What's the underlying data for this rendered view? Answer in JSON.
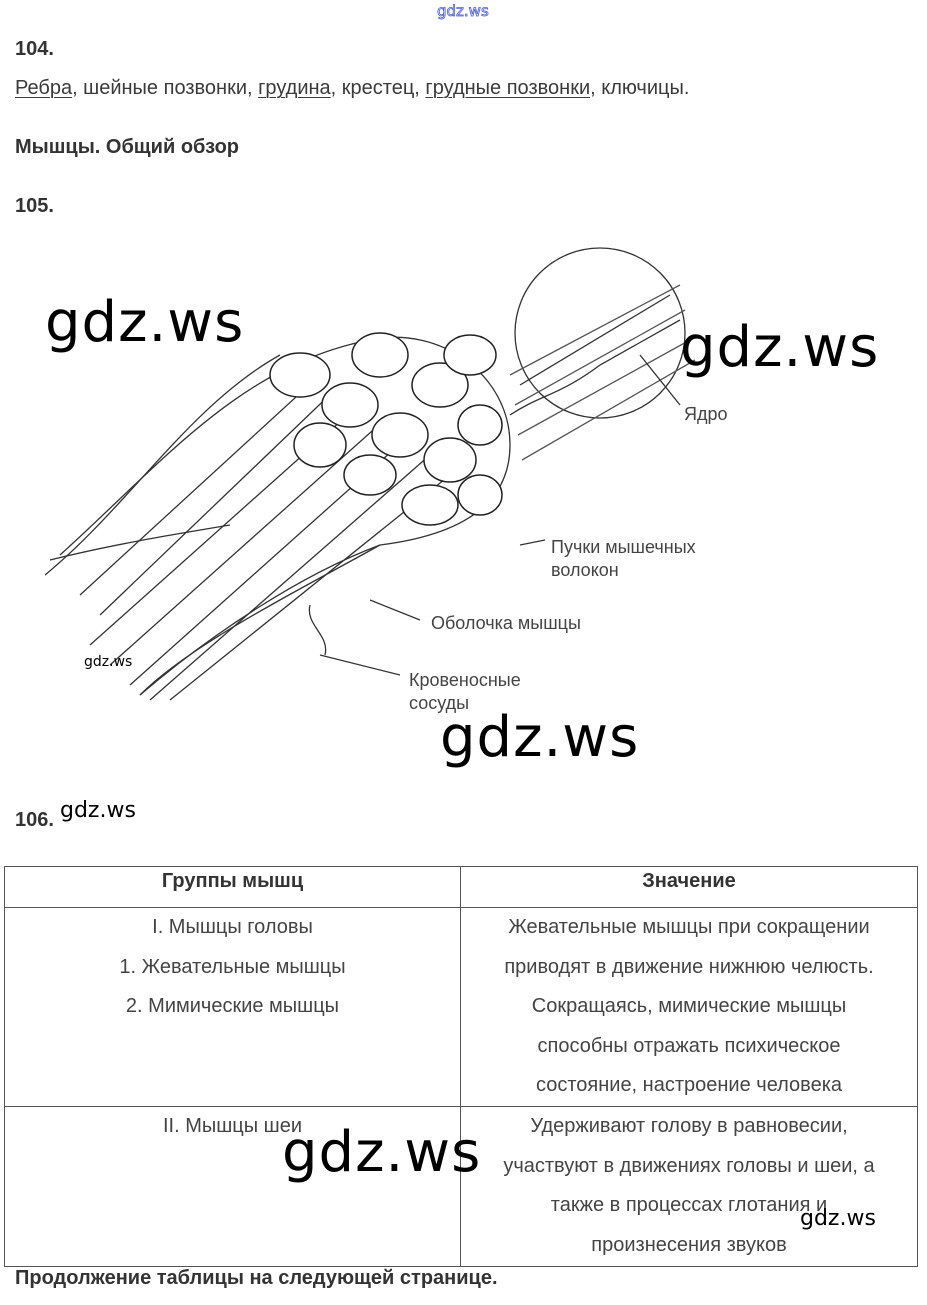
{
  "watermarks": {
    "top": "gdz.ws",
    "big": "gdz.ws",
    "small": "gdz.ws"
  },
  "q104": {
    "number": "104.",
    "parts": [
      {
        "text": "Ребра",
        "underlined": true
      },
      {
        "text": ", шейные позвонки, ",
        "underlined": false
      },
      {
        "text": "грудина",
        "underlined": true
      },
      {
        "text": ", крестец, ",
        "underlined": false
      },
      {
        "text": "грудные позвонки",
        "underlined": true
      },
      {
        "text": ", ключицы.",
        "underlined": false
      }
    ]
  },
  "section_title": "Мышцы. Общий обзор",
  "q105": {
    "number": "105.",
    "labels": {
      "nucleus": "Ядро",
      "bundles_1": "Пучки мышечных",
      "bundles_2": "волокон",
      "sheath": "Оболочка мышцы",
      "vessels_1": "Кровеносные",
      "vessels_2": "сосуды"
    }
  },
  "q106": {
    "number": "106.",
    "table": {
      "headers": [
        "Группы мышц",
        "Значение"
      ],
      "rows": [
        {
          "group": [
            "I. Мышцы головы",
            "1. Жевательные мышцы",
            "2. Мимические мышцы"
          ],
          "meaning": [
            "Жевательные мышцы при сокращении",
            "приводят в движение нижнюю челюсть.",
            "Сокращаясь, мимические мышцы",
            "способны отражать психическое",
            "состояние, настроение человека"
          ]
        },
        {
          "group": [
            "II. Мышцы шеи"
          ],
          "meaning": [
            "Удерживают голову в равновесии,",
            "участвуют в движениях головы и шеи, а",
            "также в процессах глотания и",
            "произнесения звуков"
          ]
        }
      ]
    }
  },
  "footer_note": "Продолжение таблицы на следующей странице."
}
